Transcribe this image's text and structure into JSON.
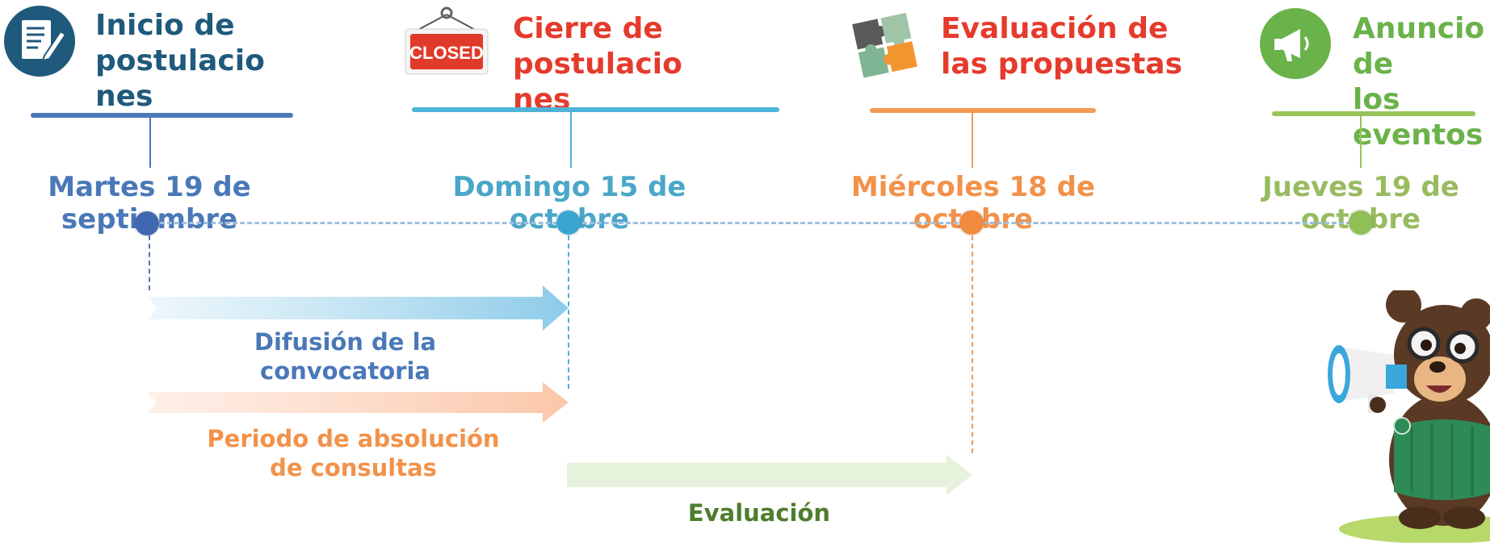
{
  "milestones": [
    {
      "title": "Inicio de\npostulacio\nnes",
      "date": "Martes 19 de\nseptiembre",
      "color": "#1f5a7c",
      "date_color": "#4a78b8",
      "line_color": "#4a78b8",
      "icon": "document-edit-icon"
    },
    {
      "title": "Cierre de\npostulacio\nnes",
      "date": "Domingo 15 de\noctubre",
      "color": "#e53b2c",
      "date_color": "#4aa7c8",
      "line_color": "#4fb3d8",
      "icon": "closed-sign-icon",
      "sign_text": "CLOSED"
    },
    {
      "title": "Evaluación de\nlas propuestas",
      "date": "Miércoles 18 de\noctubre",
      "color": "#e53b2c",
      "date_color": "#f2924a",
      "line_color": "#f49a55",
      "icon": "puzzle-icon"
    },
    {
      "title": "Anuncio\nde\nlos\neventos",
      "date": "Jueves 19 de\noctubre",
      "color": "#6ab24a",
      "date_color": "#98bb60",
      "line_color": "#97c45a",
      "icon": "megaphone-icon"
    }
  ],
  "phases": [
    {
      "label": "Difusión de la\nconvocatoria",
      "color": "#4a78b8"
    },
    {
      "label": "Periodo de absolución\nde consultas",
      "color": "#f2924a"
    },
    {
      "label": "Evaluación",
      "color": "#4e7d2c"
    }
  ],
  "mascot": "bear-mascot-with-megaphone"
}
